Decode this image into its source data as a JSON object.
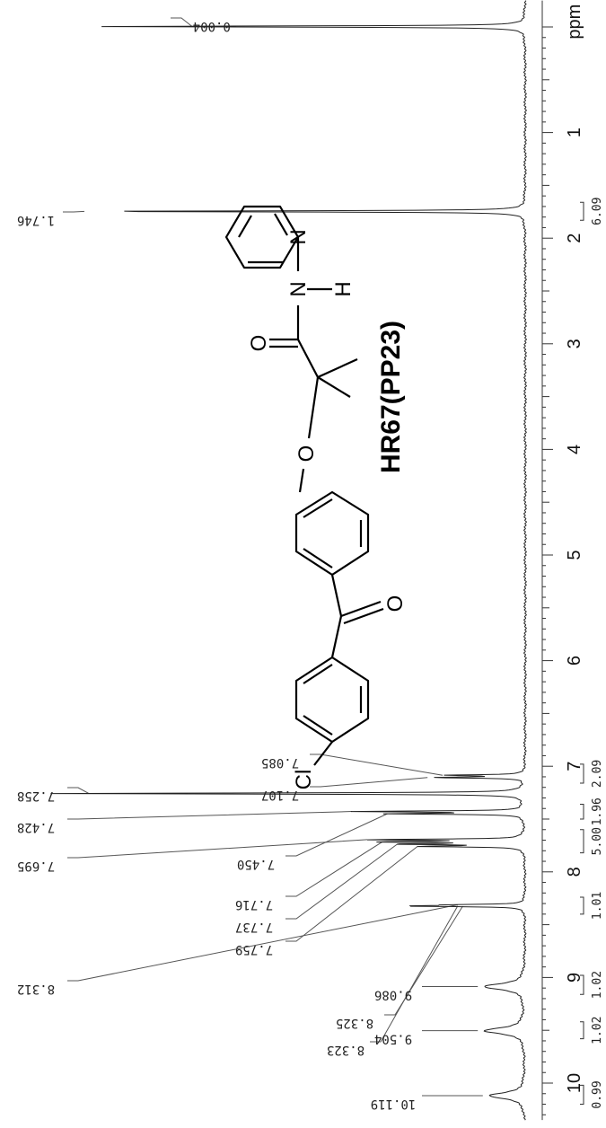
{
  "compound_label": "HR67(PP23)",
  "structure_atoms": {
    "cl": "Cl",
    "o_ketone": "O",
    "o_ether": "O",
    "o_amide": "O",
    "n_amide": "N",
    "h_amide": "H",
    "n_pyridine": "N"
  },
  "chart_data": {
    "type": "line",
    "title": "",
    "xlabel": "ppm",
    "ylabel": "",
    "xlim": [
      -0.25,
      10.35
    ],
    "axis_ticks": [
      1,
      2,
      3,
      4,
      5,
      6,
      7,
      8,
      9,
      10
    ],
    "peaks": [
      {
        "ppm": -0.004,
        "label": "-0.004",
        "height": 0.85
      },
      {
        "ppm": 1.746,
        "label": "1.746",
        "height": 0.88
      },
      {
        "ppm": 7.085,
        "label": "7.085",
        "height": 0.15
      },
      {
        "ppm": 7.107,
        "label": "7.107",
        "height": 0.18
      },
      {
        "ppm": 7.258,
        "label": "7.258",
        "height": 0.95
      },
      {
        "ppm": 7.428,
        "label": "7.428",
        "height": 0.33
      },
      {
        "ppm": 7.45,
        "label": "7.450",
        "height": 0.26
      },
      {
        "ppm": 7.695,
        "label": "7.695",
        "height": 0.3
      },
      {
        "ppm": 7.716,
        "label": "7.716",
        "height": 0.27
      },
      {
        "ppm": 7.737,
        "label": "7.737",
        "height": 0.24
      },
      {
        "ppm": 7.759,
        "label": "7.759",
        "height": 0.2
      },
      {
        "ppm": 8.312,
        "label": "8.312",
        "height": 0.12
      },
      {
        "ppm": 8.323,
        "label": "8.323",
        "height": 0.12
      },
      {
        "ppm": 8.325,
        "label": "8.325",
        "height": 0.11
      },
      {
        "ppm": 9.086,
        "label": "9.086",
        "height": 0.08
      },
      {
        "ppm": 9.504,
        "label": "9.504",
        "height": 0.08
      },
      {
        "ppm": 10.119,
        "label": "10.119",
        "height": 0.07
      }
    ],
    "integrals": [
      {
        "from": 1.66,
        "to": 1.83,
        "value": "6.09"
      },
      {
        "from": 6.98,
        "to": 7.16,
        "value": "2.09"
      },
      {
        "from": 7.36,
        "to": 7.5,
        "value": "1.96"
      },
      {
        "from": 7.6,
        "to": 7.82,
        "value": "5.00"
      },
      {
        "from": 8.24,
        "to": 8.4,
        "value": "1.01"
      },
      {
        "from": 8.98,
        "to": 9.16,
        "value": "1.02"
      },
      {
        "from": 9.42,
        "to": 9.58,
        "value": "1.02"
      },
      {
        "from": 10.02,
        "to": 10.2,
        "value": "0.99"
      }
    ],
    "grid": false
  }
}
